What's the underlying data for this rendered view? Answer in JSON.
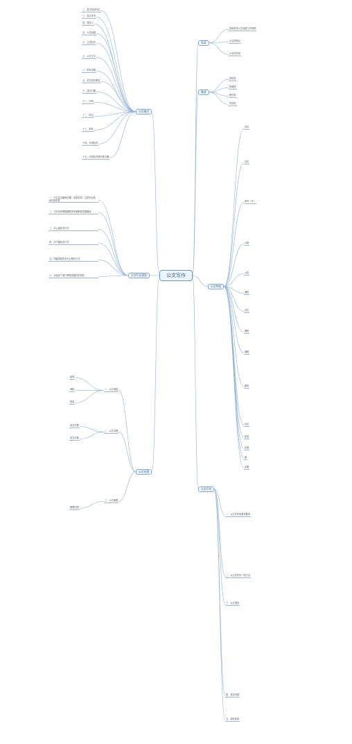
{
  "root": "公文写作",
  "left": [
    {
      "label": "公文格式",
      "items": [
        "二、发文机关标志",
        "三、发文字号",
        "四、签发人",
        "五、公文标题",
        "六、主送机关",
        "七、公文正文",
        "八、附件说明",
        "九、发文机关署名",
        "十、成文日期",
        "十一、印章",
        "十二、附注",
        "十三、附件",
        "十四、抄送机关",
        "十五、印发机关和印发日期"
      ]
    },
    {
      "label": "公文行文规则",
      "items": [
        "一、行文应当确有必要，讲求实效，注重针对性和可操作性",
        "二、行文关系根据隶属关系和职权范围确定",
        "三、向上级机关行文",
        "四、向下级机关行文",
        "五、同级党政机关可以联合行文",
        "六、涉及多个部门职权范围内的事务"
      ]
    },
    {
      "label": "公文处理",
      "items": [
        "一、公文拟制",
        "二、公文办理",
        "三、公文管理",
        "起草",
        "审核",
        "签发",
        "收文办理",
        "发文办理",
        "整理归档"
      ]
    }
  ],
  "right": [
    {
      "label": "导读",
      "items": [
        "党政机关公文处理工作条例",
        "公文的特点",
        "公文的作用"
      ]
    },
    {
      "label": "概述",
      "items": [
        "规范性",
        "权威性",
        "程式性",
        "时效性"
      ]
    },
    {
      "label": "公文种类",
      "items": [
        "决议",
        "决定",
        "命令（令）",
        "公报",
        "公告",
        "通告",
        "意见",
        "通知",
        "通报",
        "报告",
        "请示",
        "批复",
        "议案",
        "函",
        "纪要"
      ]
    },
    {
      "label": "公文写作",
      "items": [
        "一、公文写作的基本要求",
        "二、公文写作的一般方法",
        "三、公文语言",
        "四、常见问题",
        "五、修改完善"
      ]
    }
  ]
}
